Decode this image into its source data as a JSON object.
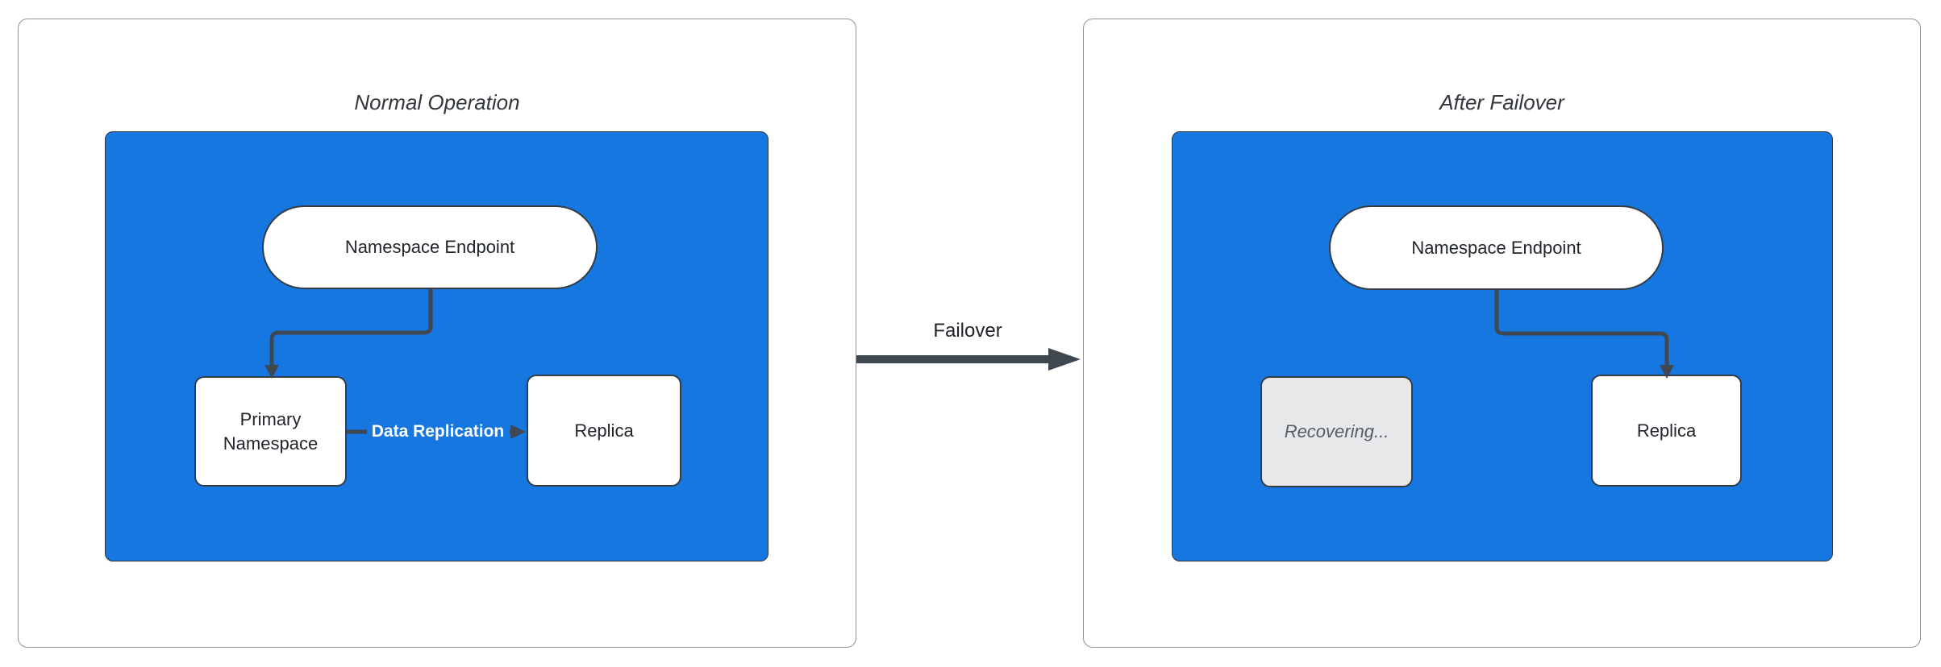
{
  "diagram": {
    "left_panel": {
      "title": "Normal Operation",
      "endpoint_node": "Namespace Endpoint",
      "primary_node": "Primary Namespace",
      "replica_node": "Replica",
      "replication_edge_label": "Data Replication"
    },
    "right_panel": {
      "title": "After Failover",
      "endpoint_node": "Namespace Endpoint",
      "recovering_node": "Recovering...",
      "replica_node": "Replica"
    },
    "failover_edge_label": "Failover",
    "colors": {
      "cluster_blue": "#1677e0",
      "connector_slate": "#3f4751",
      "node_border": "#343b43",
      "node_text": "#21262c",
      "recovering_fill": "#e7e8ea",
      "recovering_text": "#565c66",
      "edge_label_text": "#ffffff",
      "panel_border": "#909498",
      "title_text": "#32373d"
    }
  }
}
